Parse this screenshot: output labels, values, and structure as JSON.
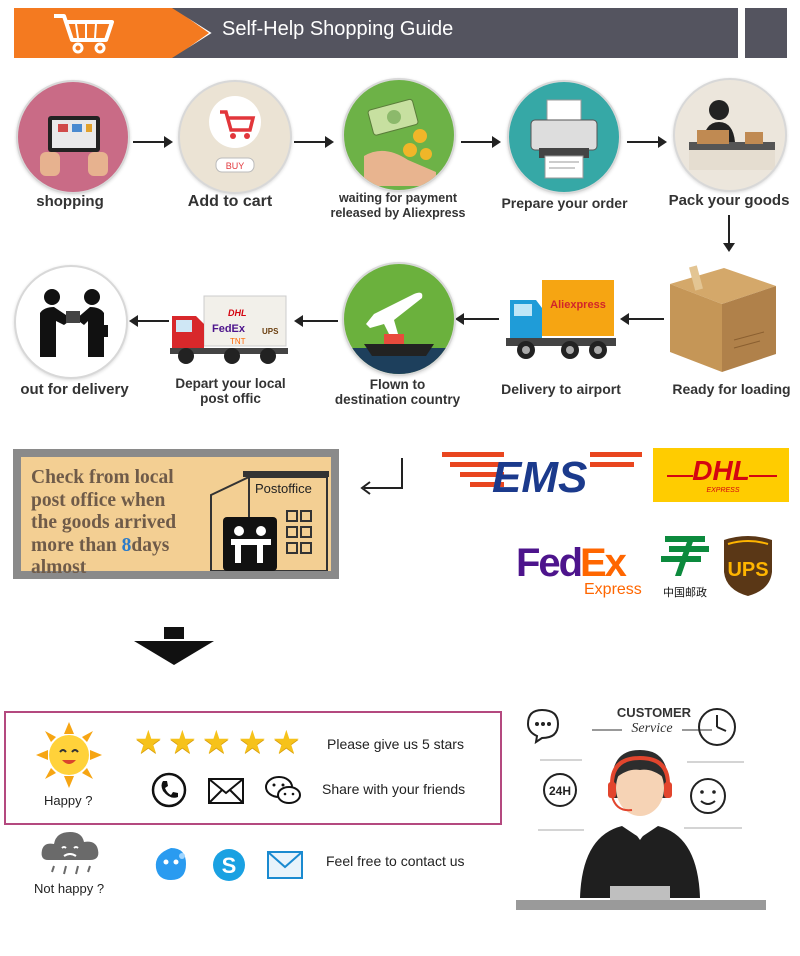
{
  "header": {
    "title": "Self-Help Shopping Guide"
  },
  "steps": [
    {
      "label": "shopping"
    },
    {
      "label": "Add to cart"
    },
    {
      "label_line1": "waiting for payment",
      "label_line2": "released by Aliexpress"
    },
    {
      "label": "Prepare your order"
    },
    {
      "label": "Pack your goods"
    },
    {
      "label": "Ready for loading"
    },
    {
      "label": "Delivery to airport"
    },
    {
      "label_line1": "Flown to",
      "label_line2": "destination country"
    },
    {
      "label_line1": "Depart your local",
      "label_line2": "post offic"
    },
    {
      "label": "out for delivery"
    }
  ],
  "icon_text": {
    "buy": "BUY",
    "aliexpress": "Aliexpress",
    "dhl": "DHL",
    "fedex": "FedEx",
    "tnt": "TNT",
    "ups": "UPS"
  },
  "postoffice": {
    "line1": "Check from local",
    "line2": "post office when",
    "line3": "the goods arrived",
    "line4_pre": "more than ",
    "line4_num": "8",
    "line4_post": "days",
    "line5": "almost",
    "sign": "Postoffice"
  },
  "carriers": {
    "ems": "EMS",
    "dhl": "DHL",
    "dhl_sub": "EXPRESS",
    "fedex_fed": "Fed",
    "fedex_ex": "Ex",
    "fedex_sub": "Express",
    "china_post": "中国邮政",
    "ups": "UPS"
  },
  "feedback": {
    "happy": "Happy ?",
    "stars_text": "Please give us 5 stars",
    "share_text": "Share with your friends",
    "not_happy": "Not happy ?",
    "contact_text": "Feel free to contact us",
    "star_count": 5
  },
  "customer_service": {
    "line1": "CUSTOMER",
    "line2": "Service",
    "h24": "24H"
  },
  "colors": {
    "orange": "#f47a20",
    "header_gray": "#54545f",
    "rate_border": "#b4497f",
    "star": "#f6c21a"
  }
}
